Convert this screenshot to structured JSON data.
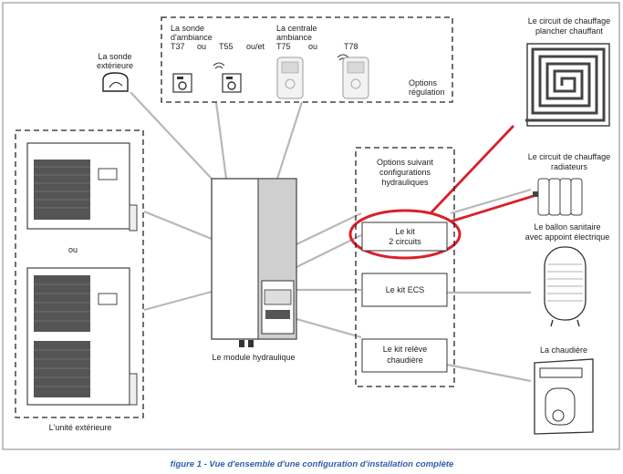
{
  "room_sensor": {
    "line1": "La sonde",
    "line2": "d'ambiance",
    "t37": "T37",
    "or1": "ou",
    "t55": "T55"
  },
  "or_and": "ou/et",
  "central": {
    "line1": "La centrale",
    "line2": "ambiance",
    "t75": "T75",
    "or2": "ou",
    "t78": "T78"
  },
  "options_reg": {
    "line1": "Options",
    "line2": "régulation"
  },
  "outdoor_sensor": {
    "line1": "La sonde",
    "line2": "extérieure"
  },
  "outdoor_unit": {
    "or": "ou",
    "label": "L'unité extérieure"
  },
  "hydro_module": {
    "label": "Le module hydraulique"
  },
  "options_hydro": {
    "line1": "Options suivant",
    "line2": "configurations",
    "line3": "hydrauliques"
  },
  "kit_2circuits": {
    "line1": "Le kit",
    "line2": "2 circuits"
  },
  "kit_ecs": {
    "label": "Le kit ECS"
  },
  "kit_boiler": {
    "line1": "Le kit relève",
    "line2": "chaudière"
  },
  "floor_heating": {
    "line1": "Le circuit de chauffage",
    "line2": "plancher chauffant"
  },
  "radiators": {
    "line1": "Le circuit de chauffage",
    "line2": "radiateurs"
  },
  "dhw_tank": {
    "line1": "Le ballon sanitaire",
    "line2": "avec appoint électrique"
  },
  "boiler": {
    "label": "La chaudière"
  },
  "caption": "figure 1 - Vue d'ensemble d'une configuration d'installation complète",
  "colors": {
    "highlight": "#d8202a",
    "caption": "#2e5fa8",
    "frame": "#9a9a9a",
    "connector": "#b8b8b8"
  }
}
